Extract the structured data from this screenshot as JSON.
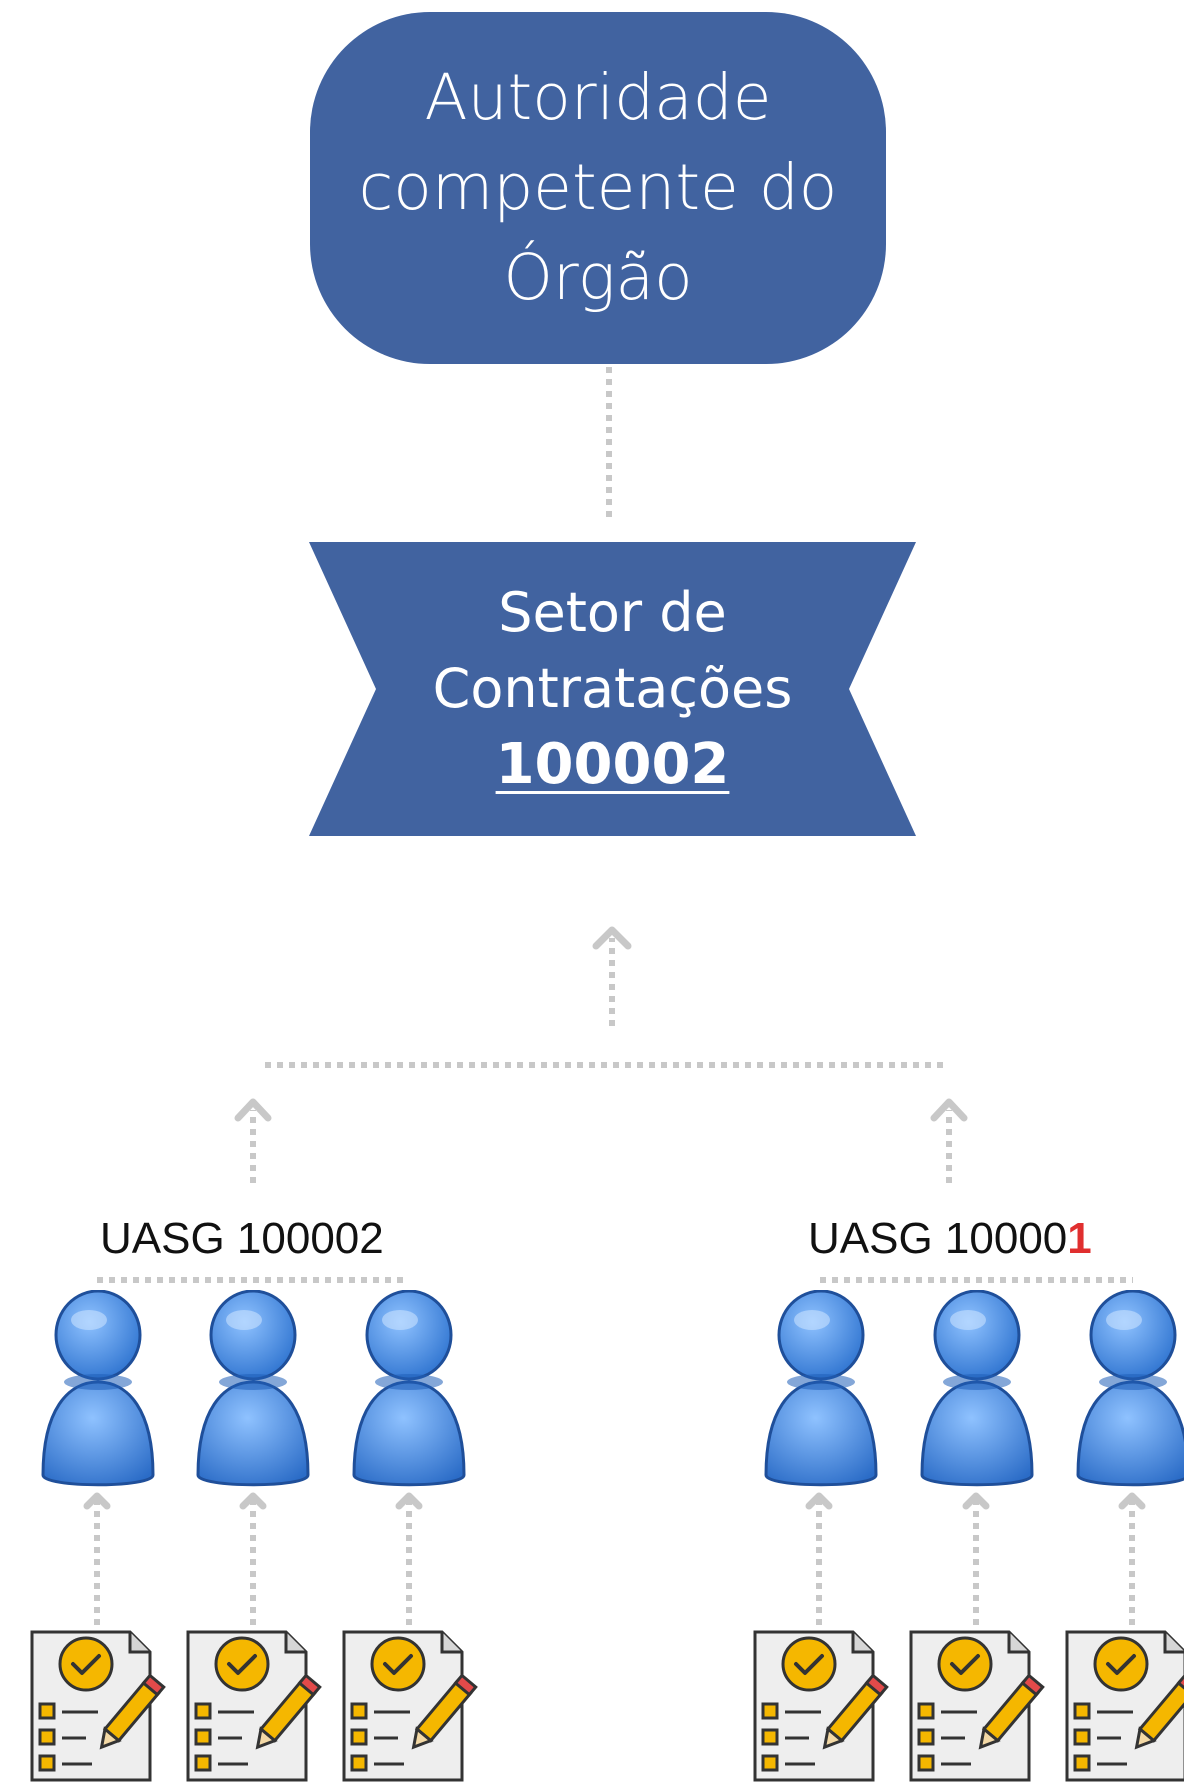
{
  "top_box": {
    "title": "Autoridade competente do Órgão"
  },
  "banner": {
    "line1": "Setor de",
    "line2": "Contratações",
    "code": "100002"
  },
  "groups": [
    {
      "label": "UASG 100002",
      "label_prefix": "UASG 100002",
      "label_accent": ""
    },
    {
      "label": "UASG 100001",
      "label_prefix": "UASG 10000",
      "label_accent": "1"
    }
  ],
  "colors": {
    "box_blue": "#4163a0",
    "accent_red": "#e02f2f",
    "connector_gray": "#c8c8c8",
    "person_blue": "#3d8ce6",
    "doc_badge": "#f5b700"
  },
  "icons": [
    "person-icon",
    "checklist-document-icon",
    "arrow-up-icon"
  ]
}
